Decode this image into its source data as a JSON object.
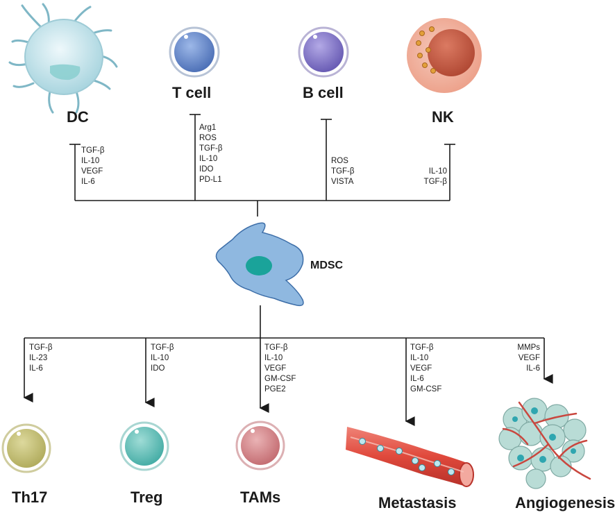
{
  "inhibited_cells": [
    {
      "name": "DC",
      "mediators": [
        "TGF-β",
        "IL-10",
        "VEGF",
        "IL-6"
      ]
    },
    {
      "name": "T cell",
      "mediators": [
        "Arg1",
        "ROS",
        "TGF-β",
        "IL-10",
        "IDO",
        "PD-L1"
      ]
    },
    {
      "name": "B cell",
      "mediators": [
        "ROS",
        "TGF-β",
        "VISTA"
      ]
    },
    {
      "name": "NK",
      "mediators": [
        "IL-10",
        "TGF-β"
      ]
    }
  ],
  "center": {
    "name": "MDSC"
  },
  "promoted": [
    {
      "name": "Th17",
      "mediators": [
        "TGF-β",
        "IL-23",
        "IL-6"
      ]
    },
    {
      "name": "Treg",
      "mediators": [
        "TGF-β",
        "IL-10",
        "IDO"
      ]
    },
    {
      "name": "TAMs",
      "mediators": [
        "TGF-β",
        "IL-10",
        "VEGF",
        "GM-CSF",
        "PGE2"
      ]
    },
    {
      "name": "Metastasis",
      "mediators": [
        "TGF-β",
        "IL-10",
        "VEGF",
        "IL-6",
        "GM-CSF"
      ]
    },
    {
      "name": "Angiogenesis",
      "mediators": [
        "MMPs",
        "VEGF",
        "IL-6"
      ]
    }
  ],
  "colors": {
    "dc": "#cfe9ef",
    "tcell": "#6b8fce",
    "bcell": "#8a7fc9",
    "nk_outer": "#f2b7a4",
    "nk_inner": "#c8604a",
    "mdsc": "#8fb8e0",
    "mdsc_nucleus": "#1aa39a",
    "th17": "#c9c47e",
    "treg": "#6cc4bf",
    "tams": "#d98a8e",
    "vessel": "#e5574b",
    "line": "#1a1a1a"
  }
}
